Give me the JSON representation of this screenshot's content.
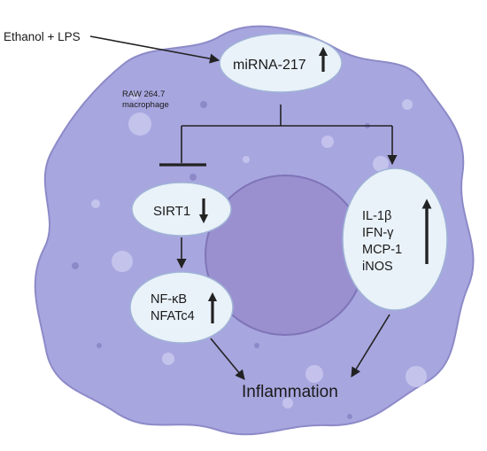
{
  "input_label": "Ethanol + LPS",
  "cell_label_line1": "RAW 264.7",
  "cell_label_line2": "macrophage",
  "mirna": {
    "label": "miRNA-217",
    "direction": "up"
  },
  "sirt1": {
    "label": "SIRT1",
    "direction": "down"
  },
  "nfkb": {
    "line1": "NF-κB",
    "line2": "NFATc4",
    "direction": "up"
  },
  "cytokines": {
    "items": [
      "IL-1β",
      "IFN-γ",
      "MCP-1",
      "iNOS"
    ],
    "direction": "up"
  },
  "outcome": {
    "label": "Inflammation"
  },
  "colors": {
    "cell_fill": "#a8a6df",
    "cell_stroke": "#8d8ac8",
    "nucleus_fill": "#9a90cf",
    "nucleus_stroke": "#7e74b8",
    "oval_fill": "#e9f1f9",
    "oval_stroke": "#9fb3d6",
    "vesicle_fill": "#c9c8ef",
    "arrow": "#222222"
  }
}
